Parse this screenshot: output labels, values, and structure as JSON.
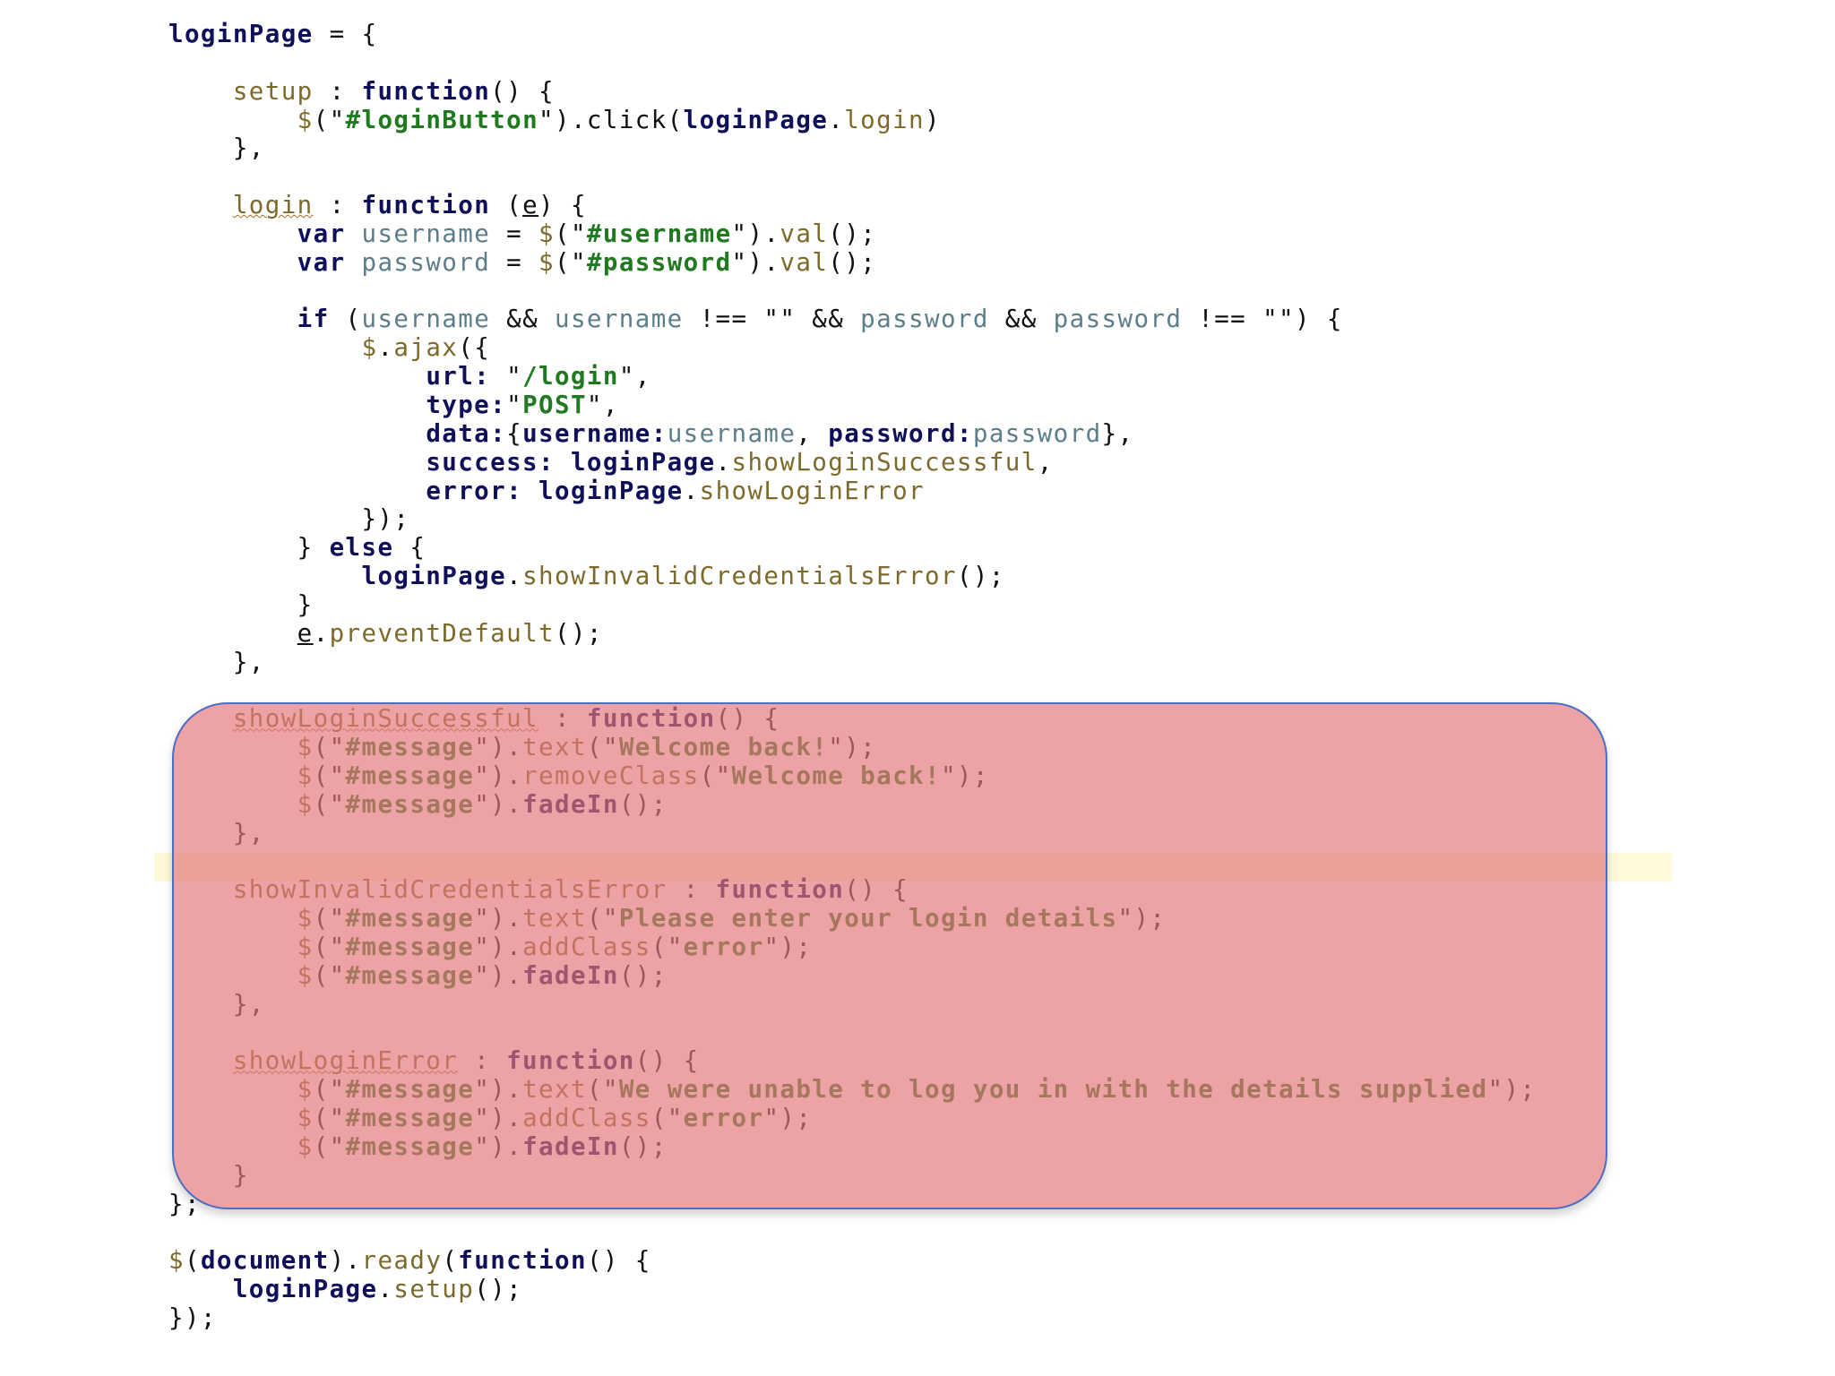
{
  "code_lines": [
    [
      [
        "loginPage",
        "obj"
      ],
      [
        " = {",
        "pl"
      ]
    ],
    [],
    [
      [
        "    ",
        "pl"
      ],
      [
        "setup",
        "fn"
      ],
      [
        " : ",
        "pl"
      ],
      [
        "function",
        "kw"
      ],
      [
        "() {",
        "pl"
      ]
    ],
    [
      [
        "        ",
        "pl"
      ],
      [
        "$",
        "fn"
      ],
      [
        "(\"",
        "pl"
      ],
      [
        "#loginButton",
        "str"
      ],
      [
        "\").click(",
        "pl"
      ],
      [
        "loginPage",
        "obj"
      ],
      [
        ".",
        "pl"
      ],
      [
        "login",
        "fn"
      ],
      [
        ")",
        "pl"
      ]
    ],
    [
      [
        "    },",
        "pl"
      ]
    ],
    [],
    [
      [
        "    ",
        "pl"
      ],
      [
        "login",
        "fn sq"
      ],
      [
        " : ",
        "pl"
      ],
      [
        "function",
        "kw"
      ],
      [
        " (",
        "pl"
      ],
      [
        "e",
        "pl ul"
      ],
      [
        ") {",
        "pl"
      ]
    ],
    [
      [
        "        ",
        "pl"
      ],
      [
        "var",
        "kw"
      ],
      [
        " ",
        "pl"
      ],
      [
        "username",
        "ident"
      ],
      [
        " = ",
        "pl"
      ],
      [
        "$",
        "fn"
      ],
      [
        "(\"",
        "pl"
      ],
      [
        "#username",
        "str"
      ],
      [
        "\").",
        "pl"
      ],
      [
        "val",
        "fn"
      ],
      [
        "();",
        "pl"
      ]
    ],
    [
      [
        "        ",
        "pl"
      ],
      [
        "var",
        "kw"
      ],
      [
        " ",
        "pl"
      ],
      [
        "password",
        "ident"
      ],
      [
        " = ",
        "pl"
      ],
      [
        "$",
        "fn"
      ],
      [
        "(\"",
        "pl"
      ],
      [
        "#password",
        "str"
      ],
      [
        "\").",
        "pl"
      ],
      [
        "val",
        "fn"
      ],
      [
        "();",
        "pl"
      ]
    ],
    [],
    [
      [
        "        ",
        "pl"
      ],
      [
        "if",
        "kw"
      ],
      [
        " (",
        "pl"
      ],
      [
        "username",
        "ident"
      ],
      [
        " && ",
        "pl"
      ],
      [
        "username",
        "ident"
      ],
      [
        " !== \"\" && ",
        "pl"
      ],
      [
        "password",
        "ident"
      ],
      [
        " && ",
        "pl"
      ],
      [
        "password",
        "ident"
      ],
      [
        " !== \"\") {",
        "pl"
      ]
    ],
    [
      [
        "            ",
        "pl"
      ],
      [
        "$",
        "fn"
      ],
      [
        ".",
        "pl"
      ],
      [
        "ajax",
        "fn"
      ],
      [
        "({",
        "pl"
      ]
    ],
    [
      [
        "                ",
        "pl"
      ],
      [
        "url:",
        "kw"
      ],
      [
        " \"",
        "pl"
      ],
      [
        "/login",
        "str"
      ],
      [
        "\",",
        "pl"
      ]
    ],
    [
      [
        "                ",
        "pl"
      ],
      [
        "type:",
        "kw"
      ],
      [
        "\"",
        "pl"
      ],
      [
        "POST",
        "str"
      ],
      [
        "\",",
        "pl"
      ]
    ],
    [
      [
        "                ",
        "pl"
      ],
      [
        "data:",
        "kw"
      ],
      [
        "{",
        "pl"
      ],
      [
        "username:",
        "kw"
      ],
      [
        "username",
        "ident"
      ],
      [
        ", ",
        "pl"
      ],
      [
        "password:",
        "kw"
      ],
      [
        "password",
        "ident"
      ],
      [
        "},",
        "pl"
      ]
    ],
    [
      [
        "                ",
        "pl"
      ],
      [
        "success:",
        "kw"
      ],
      [
        " ",
        "pl"
      ],
      [
        "loginPage",
        "obj"
      ],
      [
        ".",
        "pl"
      ],
      [
        "showLoginSuccessful",
        "fn"
      ],
      [
        ",",
        "pl"
      ]
    ],
    [
      [
        "                ",
        "pl"
      ],
      [
        "error:",
        "kw"
      ],
      [
        " ",
        "pl"
      ],
      [
        "loginPage",
        "obj"
      ],
      [
        ".",
        "pl"
      ],
      [
        "showLoginError",
        "fn"
      ]
    ],
    [
      [
        "            });",
        "pl"
      ]
    ],
    [
      [
        "        } ",
        "pl"
      ],
      [
        "else",
        "kw"
      ],
      [
        " {",
        "pl"
      ]
    ],
    [
      [
        "            ",
        "pl"
      ],
      [
        "loginPage",
        "obj"
      ],
      [
        ".",
        "pl"
      ],
      [
        "showInvalidCredentialsError",
        "fn"
      ],
      [
        "();",
        "pl"
      ]
    ],
    [
      [
        "        }",
        "pl"
      ]
    ],
    [
      [
        "        ",
        "pl"
      ],
      [
        "e",
        "pl ul"
      ],
      [
        ".",
        "pl"
      ],
      [
        "preventDefault",
        "fn"
      ],
      [
        "();",
        "pl"
      ]
    ],
    [
      [
        "    },",
        "pl"
      ]
    ],
    [],
    [
      [
        "    ",
        "pl"
      ],
      [
        "showLoginSuccessful",
        "fn sq"
      ],
      [
        " : ",
        "pl"
      ],
      [
        "function",
        "kw"
      ],
      [
        "() {",
        "pl"
      ]
    ],
    [
      [
        "        ",
        "pl"
      ],
      [
        "$",
        "fn"
      ],
      [
        "(\"",
        "pl"
      ],
      [
        "#message",
        "str"
      ],
      [
        "\").",
        "pl"
      ],
      [
        "text",
        "fn"
      ],
      [
        "(\"",
        "pl"
      ],
      [
        "Welcome back!",
        "str"
      ],
      [
        "\");",
        "pl"
      ]
    ],
    [
      [
        "        ",
        "pl"
      ],
      [
        "$",
        "fn"
      ],
      [
        "(\"",
        "pl"
      ],
      [
        "#message",
        "str"
      ],
      [
        "\").",
        "pl"
      ],
      [
        "removeClass",
        "fn"
      ],
      [
        "(\"",
        "pl"
      ],
      [
        "Welcome back!",
        "str"
      ],
      [
        "\");",
        "pl"
      ]
    ],
    [
      [
        "        ",
        "pl"
      ],
      [
        "$",
        "fn"
      ],
      [
        "(\"",
        "pl"
      ],
      [
        "#message",
        "str"
      ],
      [
        "\").",
        "pl"
      ],
      [
        "fadeIn",
        "kw"
      ],
      [
        "();",
        "pl"
      ]
    ],
    [
      [
        "    },",
        "pl"
      ]
    ],
    [],
    [
      [
        "    ",
        "pl"
      ],
      [
        "showInvalidCredentialsError",
        "fn"
      ],
      [
        " : ",
        "pl"
      ],
      [
        "function",
        "kw"
      ],
      [
        "() {",
        "pl"
      ]
    ],
    [
      [
        "        ",
        "pl"
      ],
      [
        "$",
        "fn"
      ],
      [
        "(\"",
        "pl"
      ],
      [
        "#message",
        "str"
      ],
      [
        "\").",
        "pl"
      ],
      [
        "text",
        "fn"
      ],
      [
        "(\"",
        "pl"
      ],
      [
        "Please enter your login details",
        "str"
      ],
      [
        "\");",
        "pl"
      ]
    ],
    [
      [
        "        ",
        "pl"
      ],
      [
        "$",
        "fn"
      ],
      [
        "(\"",
        "pl"
      ],
      [
        "#message",
        "str"
      ],
      [
        "\").",
        "pl"
      ],
      [
        "addClass",
        "fn"
      ],
      [
        "(\"",
        "pl"
      ],
      [
        "error",
        "str"
      ],
      [
        "\");",
        "pl"
      ]
    ],
    [
      [
        "        ",
        "pl"
      ],
      [
        "$",
        "fn"
      ],
      [
        "(\"",
        "pl"
      ],
      [
        "#message",
        "str"
      ],
      [
        "\").",
        "pl"
      ],
      [
        "fadeIn",
        "kw"
      ],
      [
        "();",
        "pl"
      ]
    ],
    [
      [
        "    },",
        "pl"
      ]
    ],
    [],
    [
      [
        "    ",
        "pl"
      ],
      [
        "showLoginError",
        "fn sq"
      ],
      [
        " : ",
        "pl"
      ],
      [
        "function",
        "kw"
      ],
      [
        "() {",
        "pl"
      ]
    ],
    [
      [
        "        ",
        "pl"
      ],
      [
        "$",
        "fn"
      ],
      [
        "(\"",
        "pl"
      ],
      [
        "#message",
        "str"
      ],
      [
        "\").",
        "pl"
      ],
      [
        "text",
        "fn"
      ],
      [
        "(\"",
        "pl"
      ],
      [
        "We were unable to log you in with the details supplied",
        "str"
      ],
      [
        "\");",
        "pl"
      ]
    ],
    [
      [
        "        ",
        "pl"
      ],
      [
        "$",
        "fn"
      ],
      [
        "(\"",
        "pl"
      ],
      [
        "#message",
        "str"
      ],
      [
        "\").",
        "pl"
      ],
      [
        "addClass",
        "fn"
      ],
      [
        "(\"",
        "pl"
      ],
      [
        "error",
        "str"
      ],
      [
        "\");",
        "pl"
      ]
    ],
    [
      [
        "        ",
        "pl"
      ],
      [
        "$",
        "fn"
      ],
      [
        "(\"",
        "pl"
      ],
      [
        "#message",
        "str"
      ],
      [
        "\").",
        "pl"
      ],
      [
        "fadeIn",
        "kw"
      ],
      [
        "();",
        "pl"
      ]
    ],
    [
      [
        "    }",
        "pl"
      ]
    ],
    [
      [
        "};",
        "pl"
      ]
    ],
    [],
    [
      [
        "$",
        "fn"
      ],
      [
        "(",
        "pl"
      ],
      [
        "document",
        "kw"
      ],
      [
        ").",
        "pl"
      ],
      [
        "ready",
        "fn"
      ],
      [
        "(",
        "pl"
      ],
      [
        "function",
        "kw"
      ],
      [
        "() {",
        "pl"
      ]
    ],
    [
      [
        "    ",
        "pl"
      ],
      [
        "loginPage",
        "obj"
      ],
      [
        ".",
        "pl"
      ],
      [
        "setup",
        "fn"
      ],
      [
        "();",
        "pl"
      ]
    ],
    [
      [
        "});",
        "pl"
      ]
    ]
  ],
  "colors": {
    "highlight_fill": "#e4767a",
    "highlight_border": "#4d6dc0",
    "current_line": "#fff4b9",
    "keyword": "#0f0f5a",
    "string": "#1f7a1f",
    "identifier": "#5c7d8a",
    "method": "#7d6a2b"
  }
}
